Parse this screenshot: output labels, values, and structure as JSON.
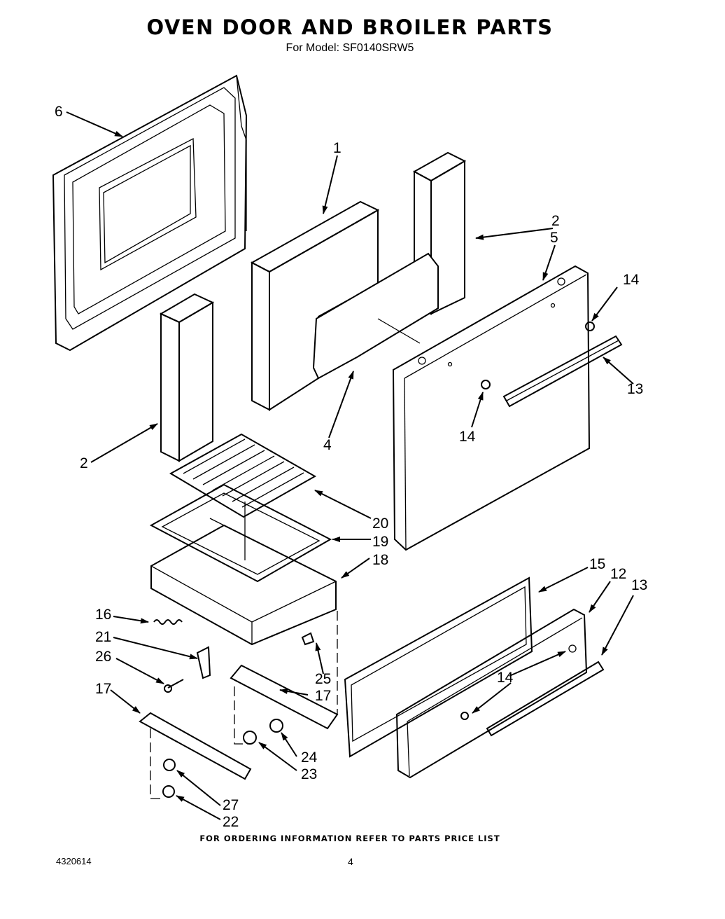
{
  "header": {
    "title": "OVEN DOOR AND BROILER PARTS",
    "subtitle": "For Model: SF0140SRW5"
  },
  "callouts": [
    "6",
    "1",
    "2",
    "5",
    "14",
    "13",
    "14",
    "4",
    "2",
    "20",
    "19",
    "18",
    "15",
    "12",
    "13",
    "16",
    "21",
    "26",
    "14",
    "25",
    "17",
    "17",
    "24",
    "23",
    "27",
    "22"
  ],
  "footer": {
    "note": "FOR ORDERING INFORMATION REFER TO PARTS PRICE LIST",
    "doc_number": "4320614",
    "page": "4"
  }
}
